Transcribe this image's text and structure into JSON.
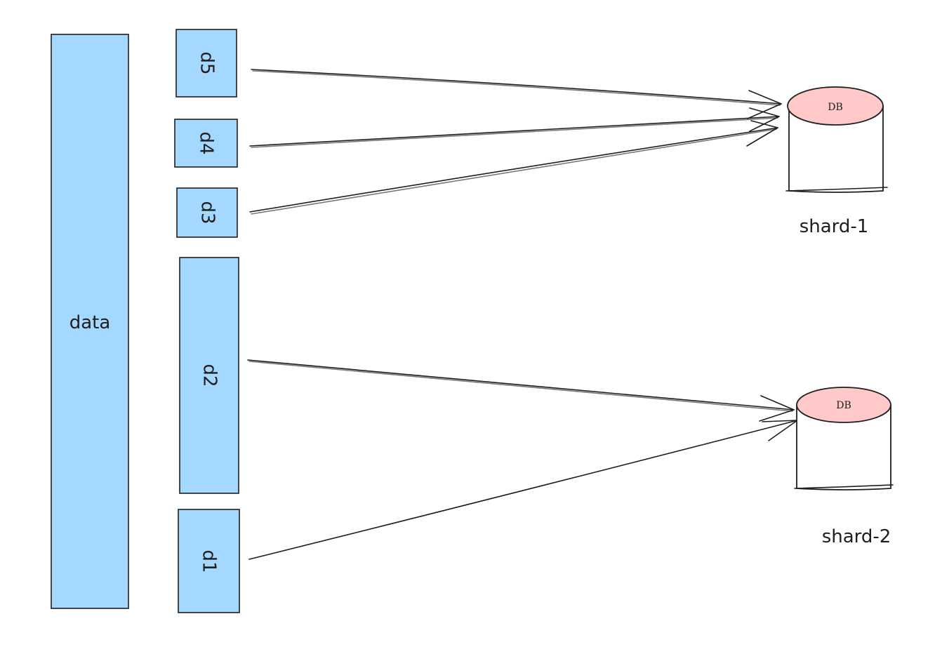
{
  "colors": {
    "block_fill": "#a5d8ff",
    "db_top_fill": "#ffc9c9",
    "stroke": "#1e1e1e",
    "background": "#ffffff"
  },
  "data_block": {
    "label": "data"
  },
  "chunks": [
    {
      "id": "d5",
      "label": "d5",
      "target": "shard-1"
    },
    {
      "id": "d4",
      "label": "d4",
      "target": "shard-1"
    },
    {
      "id": "d3",
      "label": "d3",
      "target": "shard-1"
    },
    {
      "id": "d2",
      "label": "d2",
      "target": "shard-2"
    },
    {
      "id": "d1",
      "label": "d1",
      "target": "shard-2"
    }
  ],
  "shards": [
    {
      "id": "shard-1",
      "db_label": "DB",
      "label": "shard-1"
    },
    {
      "id": "shard-2",
      "db_label": "DB",
      "label": "shard-2"
    }
  ]
}
